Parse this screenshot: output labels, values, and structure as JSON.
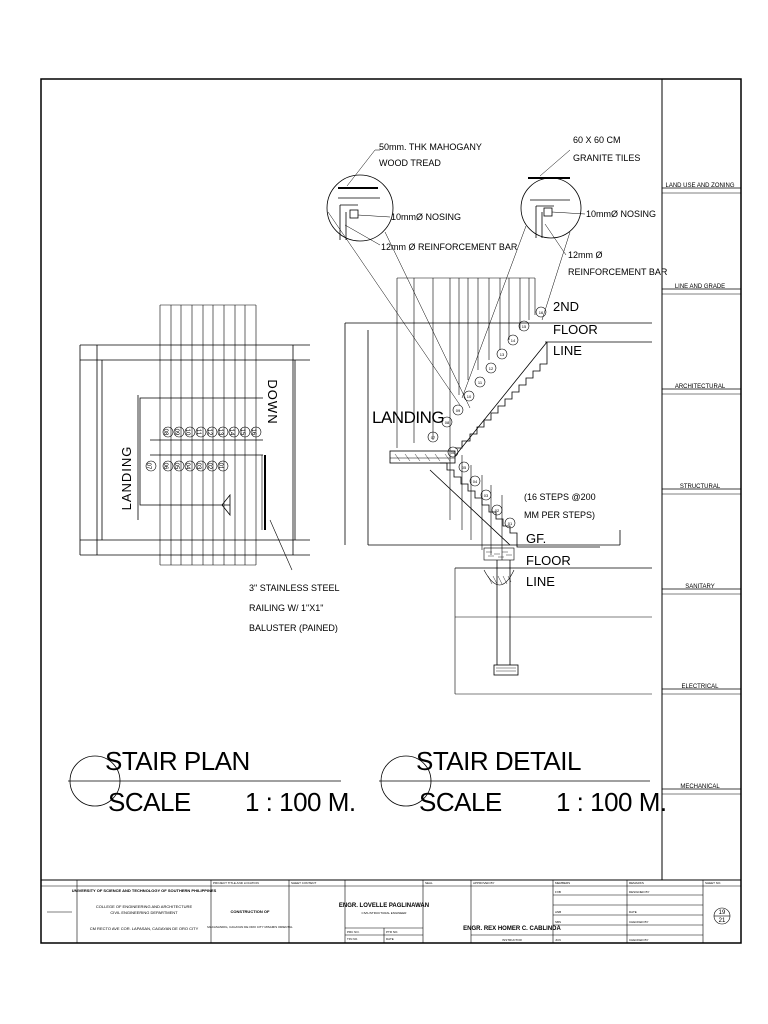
{
  "sidebar": {
    "disciplines": [
      "LAND USE AND ZONING",
      "LINE AND GRADE",
      "ARCHITECTURAL",
      "STRUCTURAL",
      "SANITARY",
      "ELECTRICAL",
      "MECHANICAL"
    ]
  },
  "plan": {
    "landing": "LANDING",
    "down": "DOWN",
    "step_numbers_top": [
      "08",
      "09",
      "10",
      "11",
      "12",
      "13",
      "14",
      "15",
      "16"
    ],
    "step_numbers_bottom": [
      "07",
      "06",
      "05",
      "04",
      "03",
      "02",
      "01"
    ],
    "railing": [
      "3\"  STAINLESS STEEL",
      "RAILING W/ 1\"X1\"",
      "BALUSTER (PAINED)"
    ],
    "title": "STAIR PLAN",
    "scale_label": "SCALE",
    "scale_value": "1 : 100 M."
  },
  "detail": {
    "tread": [
      "50mm. THK MAHOGANY",
      "WOOD TREAD"
    ],
    "nosing_left": "10mmØ NOSING",
    "rebar_left": "12mm Ø REINFORCEMENT BAR",
    "tiles": [
      "60 X 60 CM",
      "GRANITE TILES"
    ],
    "nosing_right": "10mmØ NOSING",
    "rebar_right": [
      "12mm Ø",
      "REINFORCEMENT BAR"
    ],
    "floor2": [
      "2ND",
      "FLOOR",
      "LINE"
    ],
    "landing": "LANDING",
    "steps_note": [
      "(16 STEPS @200",
      "MM PER STEPS)"
    ],
    "gf": [
      "GF.",
      "FLOOR",
      "LINE"
    ],
    "step_tags": [
      "01",
      "02",
      "03",
      "04",
      "05",
      "06",
      "07",
      "08",
      "09",
      "10",
      "11",
      "12",
      "13",
      "14",
      "15",
      "16"
    ],
    "title": "STAIR DETAIL",
    "scale_label": "SCALE",
    "scale_value": "1 : 100 M."
  },
  "title_block": {
    "university": "UNIVERSITY OF SCIENCE AND TECHNOLOGY OF SOUTHERN PHILIPPINES",
    "college": "COLLEGE OF ENGINEERING AND ARCHITECTURE",
    "department": "CIVIL ENGINEERING DEPARTMENT",
    "address": "CM RECTO AVE COR. LAPASAN, CAGAYAN DE ORO CITY",
    "project_header": "PROJECT TITLE AND LOCATION",
    "project": "CONSTRUCTION OF",
    "location": "MACASANDIG, CAGAYAN DE ORO CITY MISAMIS ORIENTAL",
    "sheet_header": "SHEET CONTENT",
    "engineer": "ENGR. LOVELLE PAGLINAWAN",
    "engineer_role": "CIVIL/STRUCTURAL ENGINEER",
    "prc_label": "PRC NO.",
    "ptr_label": "PTR NO.",
    "tin_label": "TIN NO.",
    "date_label": "DATE",
    "seal_header": "SEAL",
    "approved_header": "APPROVED BY",
    "instructor_name": "ENGR. REX HOMER C. CABLINDA",
    "instructor_role": "INSTRUCTOR",
    "members_header": "MEMBERS",
    "members_small": [
      "FXB",
      "ANB",
      "SBS",
      "JCN"
    ],
    "remarks_header": "REMARKS",
    "remarks_small": [
      "DESIGNED BY",
      "DATE",
      "CHECKED BY",
      "CHECKED BY"
    ],
    "sheet_no_header": "SHEET NO.",
    "sheet_num": "19",
    "sheet_total": "21"
  }
}
